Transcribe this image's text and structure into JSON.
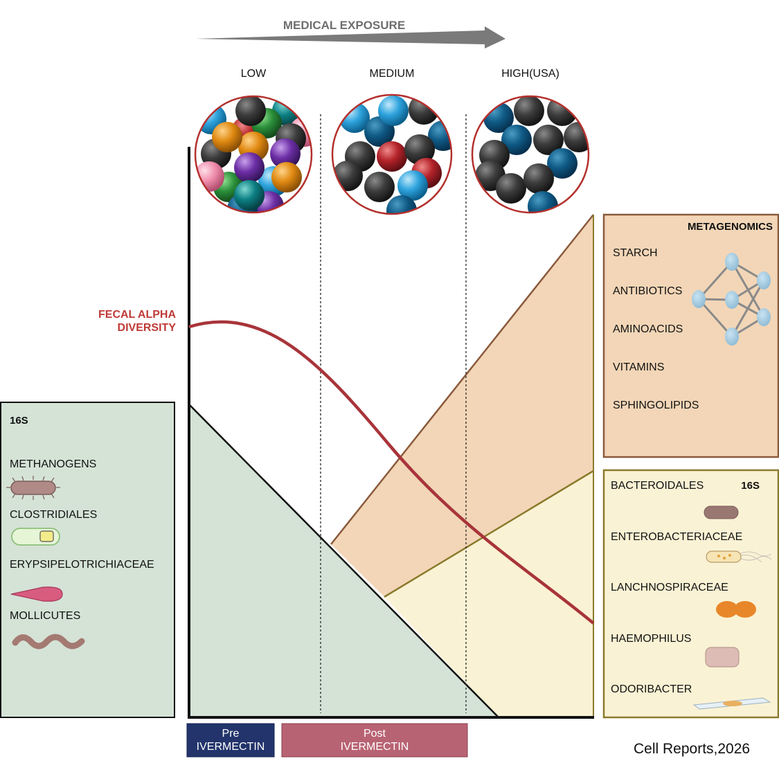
{
  "header": {
    "arrow_label": "MEDICAL EXPOSURE",
    "levels": [
      "LOW",
      "MEDIUM",
      "HIGH(USA)"
    ]
  },
  "y_axis_label": [
    "FECAL ALPHA",
    "DIVERSITY"
  ],
  "left_panel": {
    "title": "16S",
    "items": [
      "METHANOGENS",
      "CLOSTRIDIALES",
      "ERYPSIPELOTRICHIACEAE",
      "MOLLICUTES"
    ]
  },
  "metagenomics_panel": {
    "title": "METAGENOMICS",
    "items": [
      "STARCH",
      "ANTIBIOTICS",
      "AMINOACIDS",
      "VITAMINS",
      "SPHINGOLIPIDS"
    ]
  },
  "right_16s_panel": {
    "title": "16S",
    "items": [
      "BACTEROIDALES",
      "ENTEROBACTERIACEAE",
      "LANCHNOSPIRACEAE",
      "HAEMOPHILUS",
      "ODORIBACTER"
    ]
  },
  "timeline": {
    "pre": [
      "Pre",
      "IVERMECTIN"
    ],
    "post": [
      "Post",
      "IVERMECTIN"
    ]
  },
  "citation": "Cell Reports,2026",
  "colors": {
    "diversity_curve": "#a8343a",
    "green_area": "#d4e3d6",
    "tan_area": "#f2d6b7",
    "yellow_area": "#faf2d4",
    "pre_box": "#22346b",
    "post_box": "#b86373",
    "axis_label": "#bf3a36"
  },
  "icons": [
    "rod-bacterium-icon",
    "capsule-bacterium-icon",
    "tapered-bacterium-icon",
    "spiral-bacterium-icon",
    "network-icon",
    "rod-icon",
    "flagellated-rod-icon",
    "diplococcus-icon",
    "pill-icon",
    "filament-icon"
  ]
}
